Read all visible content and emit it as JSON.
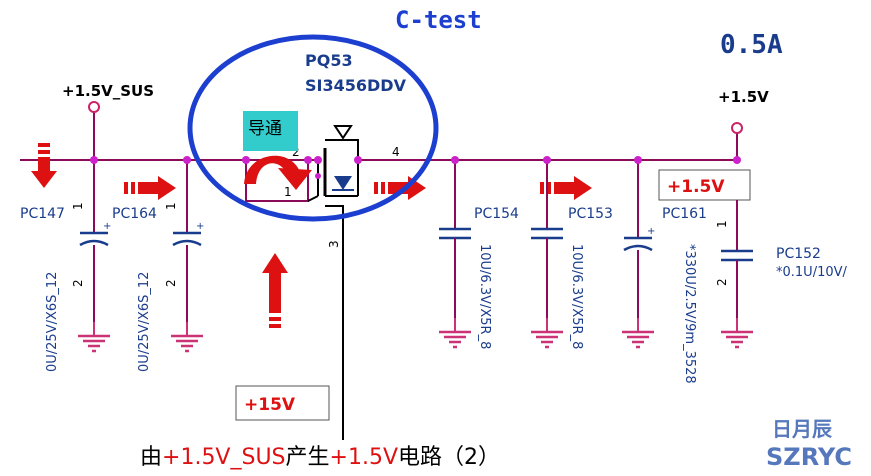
{
  "title": "C-test",
  "current": "0.5A",
  "rails": {
    "sus": "+1.5V_SUS",
    "out": "+1.5V"
  },
  "mosfet": {
    "ref": "PQ53",
    "part": "SI3456DDV",
    "on_state": "导通"
  },
  "pins": {
    "p1": "1",
    "p2": "2",
    "p3": "3",
    "p4": "4"
  },
  "components": [
    {
      "ref": "PC147",
      "value": "0U/25V/X6S_12"
    },
    {
      "ref": "PC164",
      "value": "0U/25V/X6S_12"
    },
    {
      "ref": "PC154",
      "value": "10U/6.3V/X5R_8"
    },
    {
      "ref": "PC153",
      "value": "10U/6.3V/X5R_8"
    },
    {
      "ref": "PC161",
      "value": "*330U/2.5V/9m_3528"
    },
    {
      "ref": "PC152",
      "value": "*0.1U/10V/"
    }
  ],
  "callouts": {
    "out": "+1.5V",
    "gate": "+15V"
  },
  "caption": {
    "pre": "由",
    "src": "+1.5V_SUS",
    "mid": "产生",
    "dst": "+1.5V",
    "post": "电路（2）"
  },
  "watermark": {
    "cn": "日月辰",
    "en": "SZRYC"
  },
  "colors": {
    "wire": "#8b0a5a",
    "node": "#cc22cc",
    "ellipse": "#1c3fd0",
    "arrow": "#dd1111",
    "text_blue": "#1a3c8c",
    "cyan": "#33cccc",
    "ground": "#cc3377",
    "cap": "#1a3c8c"
  }
}
